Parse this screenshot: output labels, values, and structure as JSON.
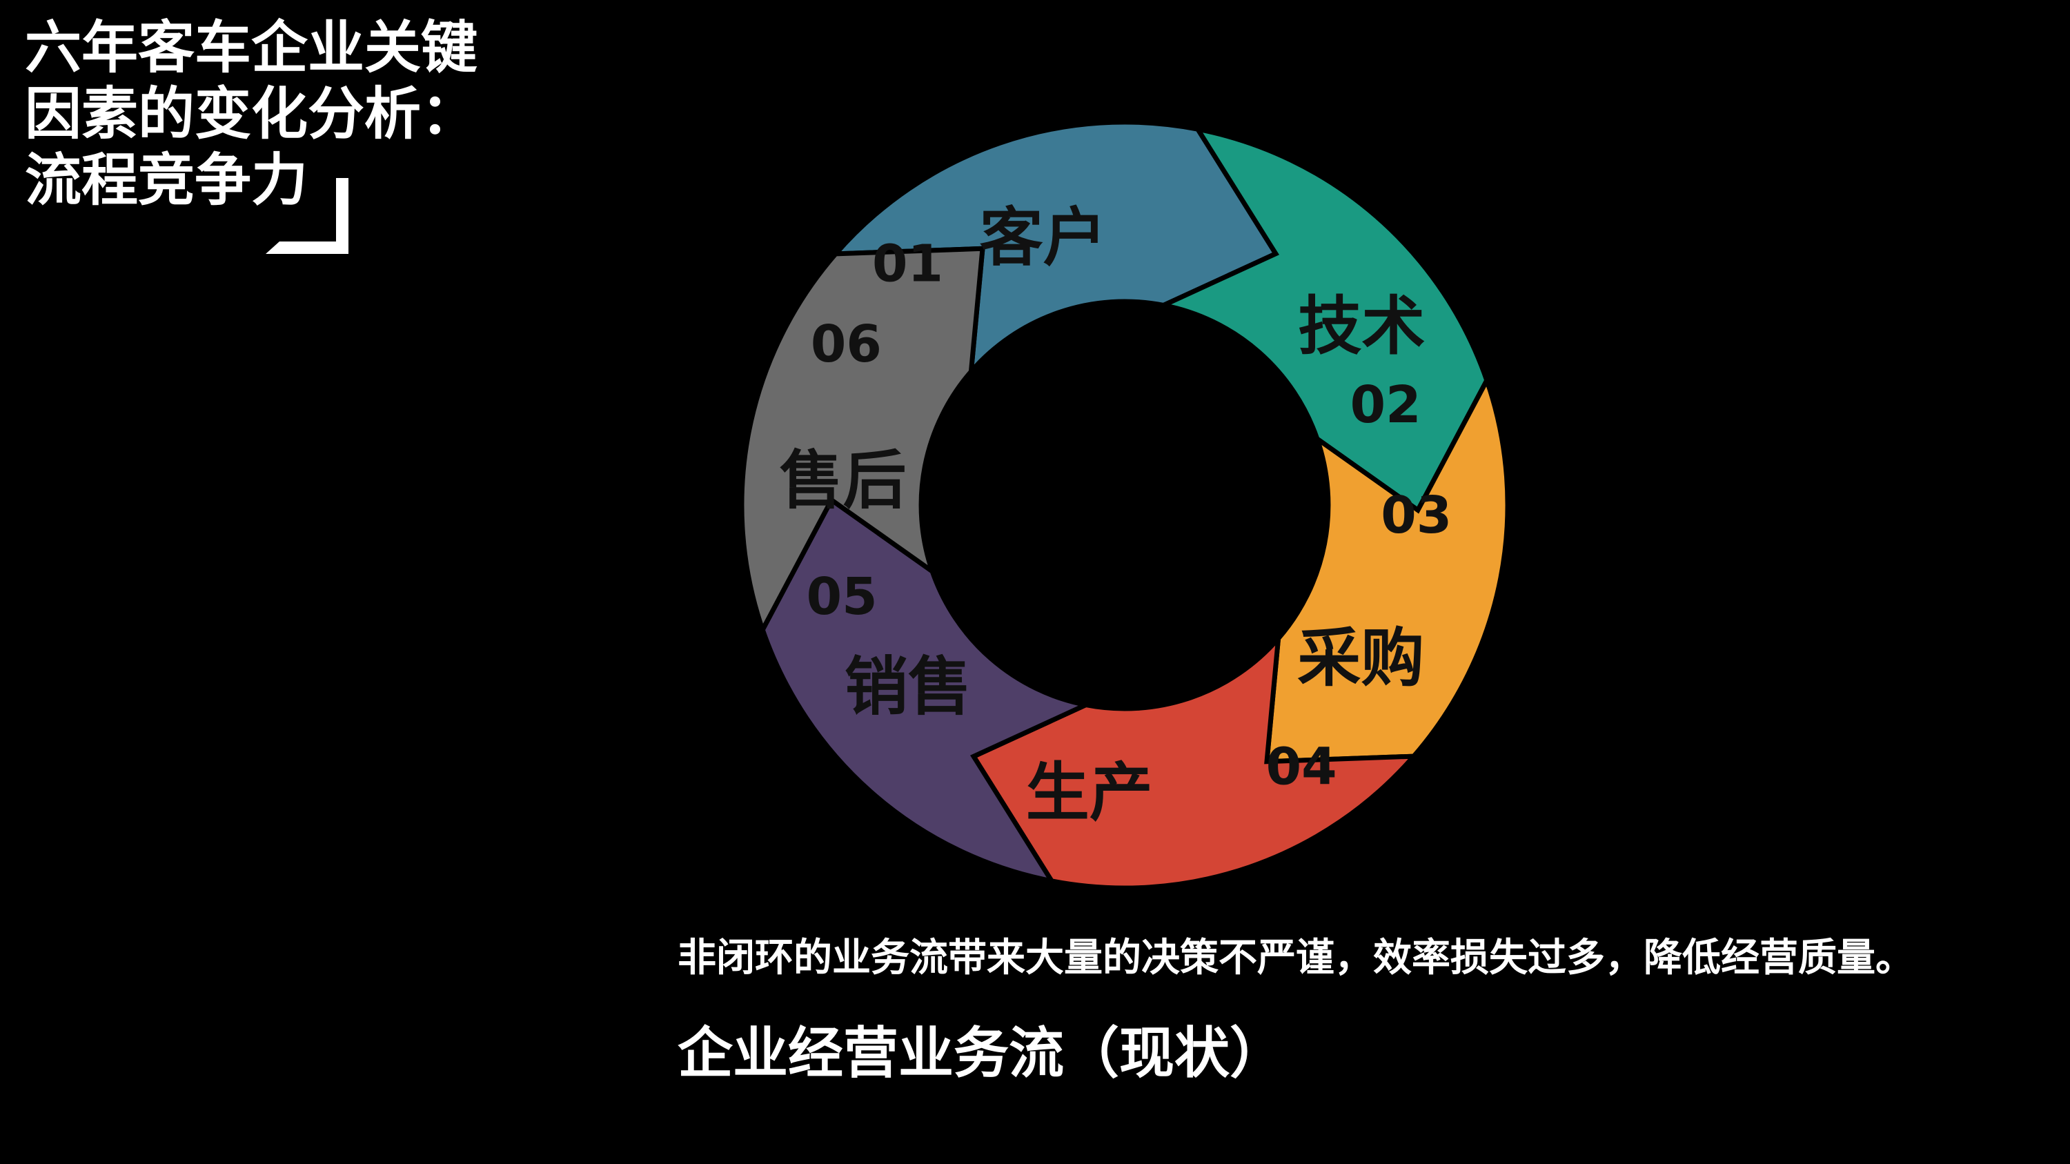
{
  "title": {
    "lines": [
      "六年客车企业关键",
      "因素的变化分析：",
      "流程竞争力"
    ]
  },
  "diagram": {
    "segments": [
      {
        "number": "01",
        "name": "客户",
        "color": "#3d7a94"
      },
      {
        "number": "02",
        "name": "技术",
        "color": "#1a9a82"
      },
      {
        "number": "03",
        "name": "采购",
        "color": "#f0a030"
      },
      {
        "number": "04",
        "name": "生产",
        "color": "#d44535"
      },
      {
        "number": "05",
        "name": "销售",
        "color": "#4f3f68"
      },
      {
        "number": "06",
        "name": "售后",
        "color": "#6b6b6b"
      }
    ]
  },
  "caption": "非闭环的业务流带来大量的决策不严谨，效率损失过多，降低经营质量。",
  "subtitle": "企业经营业务流（现状）"
}
